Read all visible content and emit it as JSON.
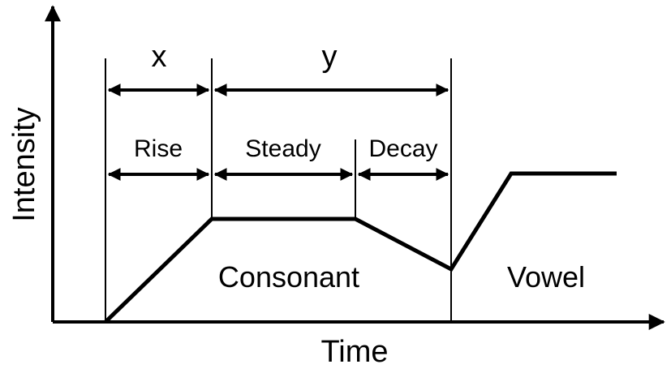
{
  "diagram": {
    "axes": {
      "x_label": "Time",
      "y_label": "Intensity"
    },
    "top_spans": {
      "x_label": "x",
      "y_label": "y"
    },
    "phases": {
      "rise": "Rise",
      "steady": "Steady",
      "decay": "Decay"
    },
    "regions": {
      "consonant": "Consonant",
      "vowel": "Vowel"
    },
    "colors": {
      "ink": "#000000",
      "background": "#ffffff"
    }
  }
}
